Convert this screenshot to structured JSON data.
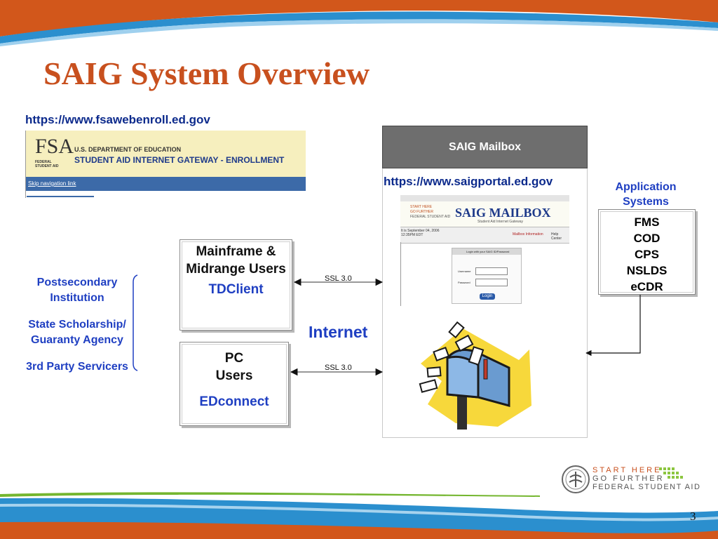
{
  "title": "SAIG System Overview",
  "enrollment": {
    "url": "https://www.fsawebenroll.ed.gov",
    "logo_text": "FSA",
    "logo_sub": "FEDERAL STUDENT AID",
    "dept": "U.S. DEPARTMENT OF EDUCATION",
    "gateway": "STUDENT AID INTERNET GATEWAY - ENROLLMENT",
    "skip_link": "Skip navigation link"
  },
  "mailbox": {
    "header": "SAIG Mailbox",
    "url": "https://www.saigportal.ed.gov",
    "shot_title": "SAIG MAILBOX",
    "shot_sub": "Student Aid Internet Gateway",
    "shot_brand1": "START HERE",
    "shot_brand2": "GO FURTHER",
    "shot_brand3": "FEDERAL STUDENT AID",
    "shot_date": "It is September 04, 2006 12:35PM EDT",
    "shot_nav1": "Mailbox Information",
    "shot_nav2": "Help Center",
    "login_title": "Login with your SAIG ID/Password",
    "username_label": "Username",
    "password_label": "Password",
    "login_button": "Login"
  },
  "application_systems": {
    "label": "Application Systems",
    "items": [
      "FMS",
      "COD",
      "CPS",
      "NSLDS",
      "eCDR"
    ]
  },
  "mainframe": {
    "label": "Mainframe & Midrange Users",
    "client": "TDClient"
  },
  "pc": {
    "line1": "PC",
    "line2": "Users",
    "client": "EDconnect"
  },
  "internet": "Internet",
  "ssl_top": "SSL 3.0",
  "ssl_bottom": "SSL 3.0",
  "institutions": [
    "Postsecondary Institution",
    "State Scholarship/ Guaranty Agency",
    "3rd Party Servicers"
  ],
  "footer": {
    "brand1": "START HERE",
    "brand2": "GO FURTHER",
    "brand3": "FEDERAL STUDENT AID",
    "page": "3"
  },
  "colors": {
    "title": "#c8501e",
    "accent_blue": "#1f3fc2",
    "banner_orange": "#d2571b",
    "banner_blue": "#2b8fce",
    "mailbox_header": "#6e6e6e"
  }
}
